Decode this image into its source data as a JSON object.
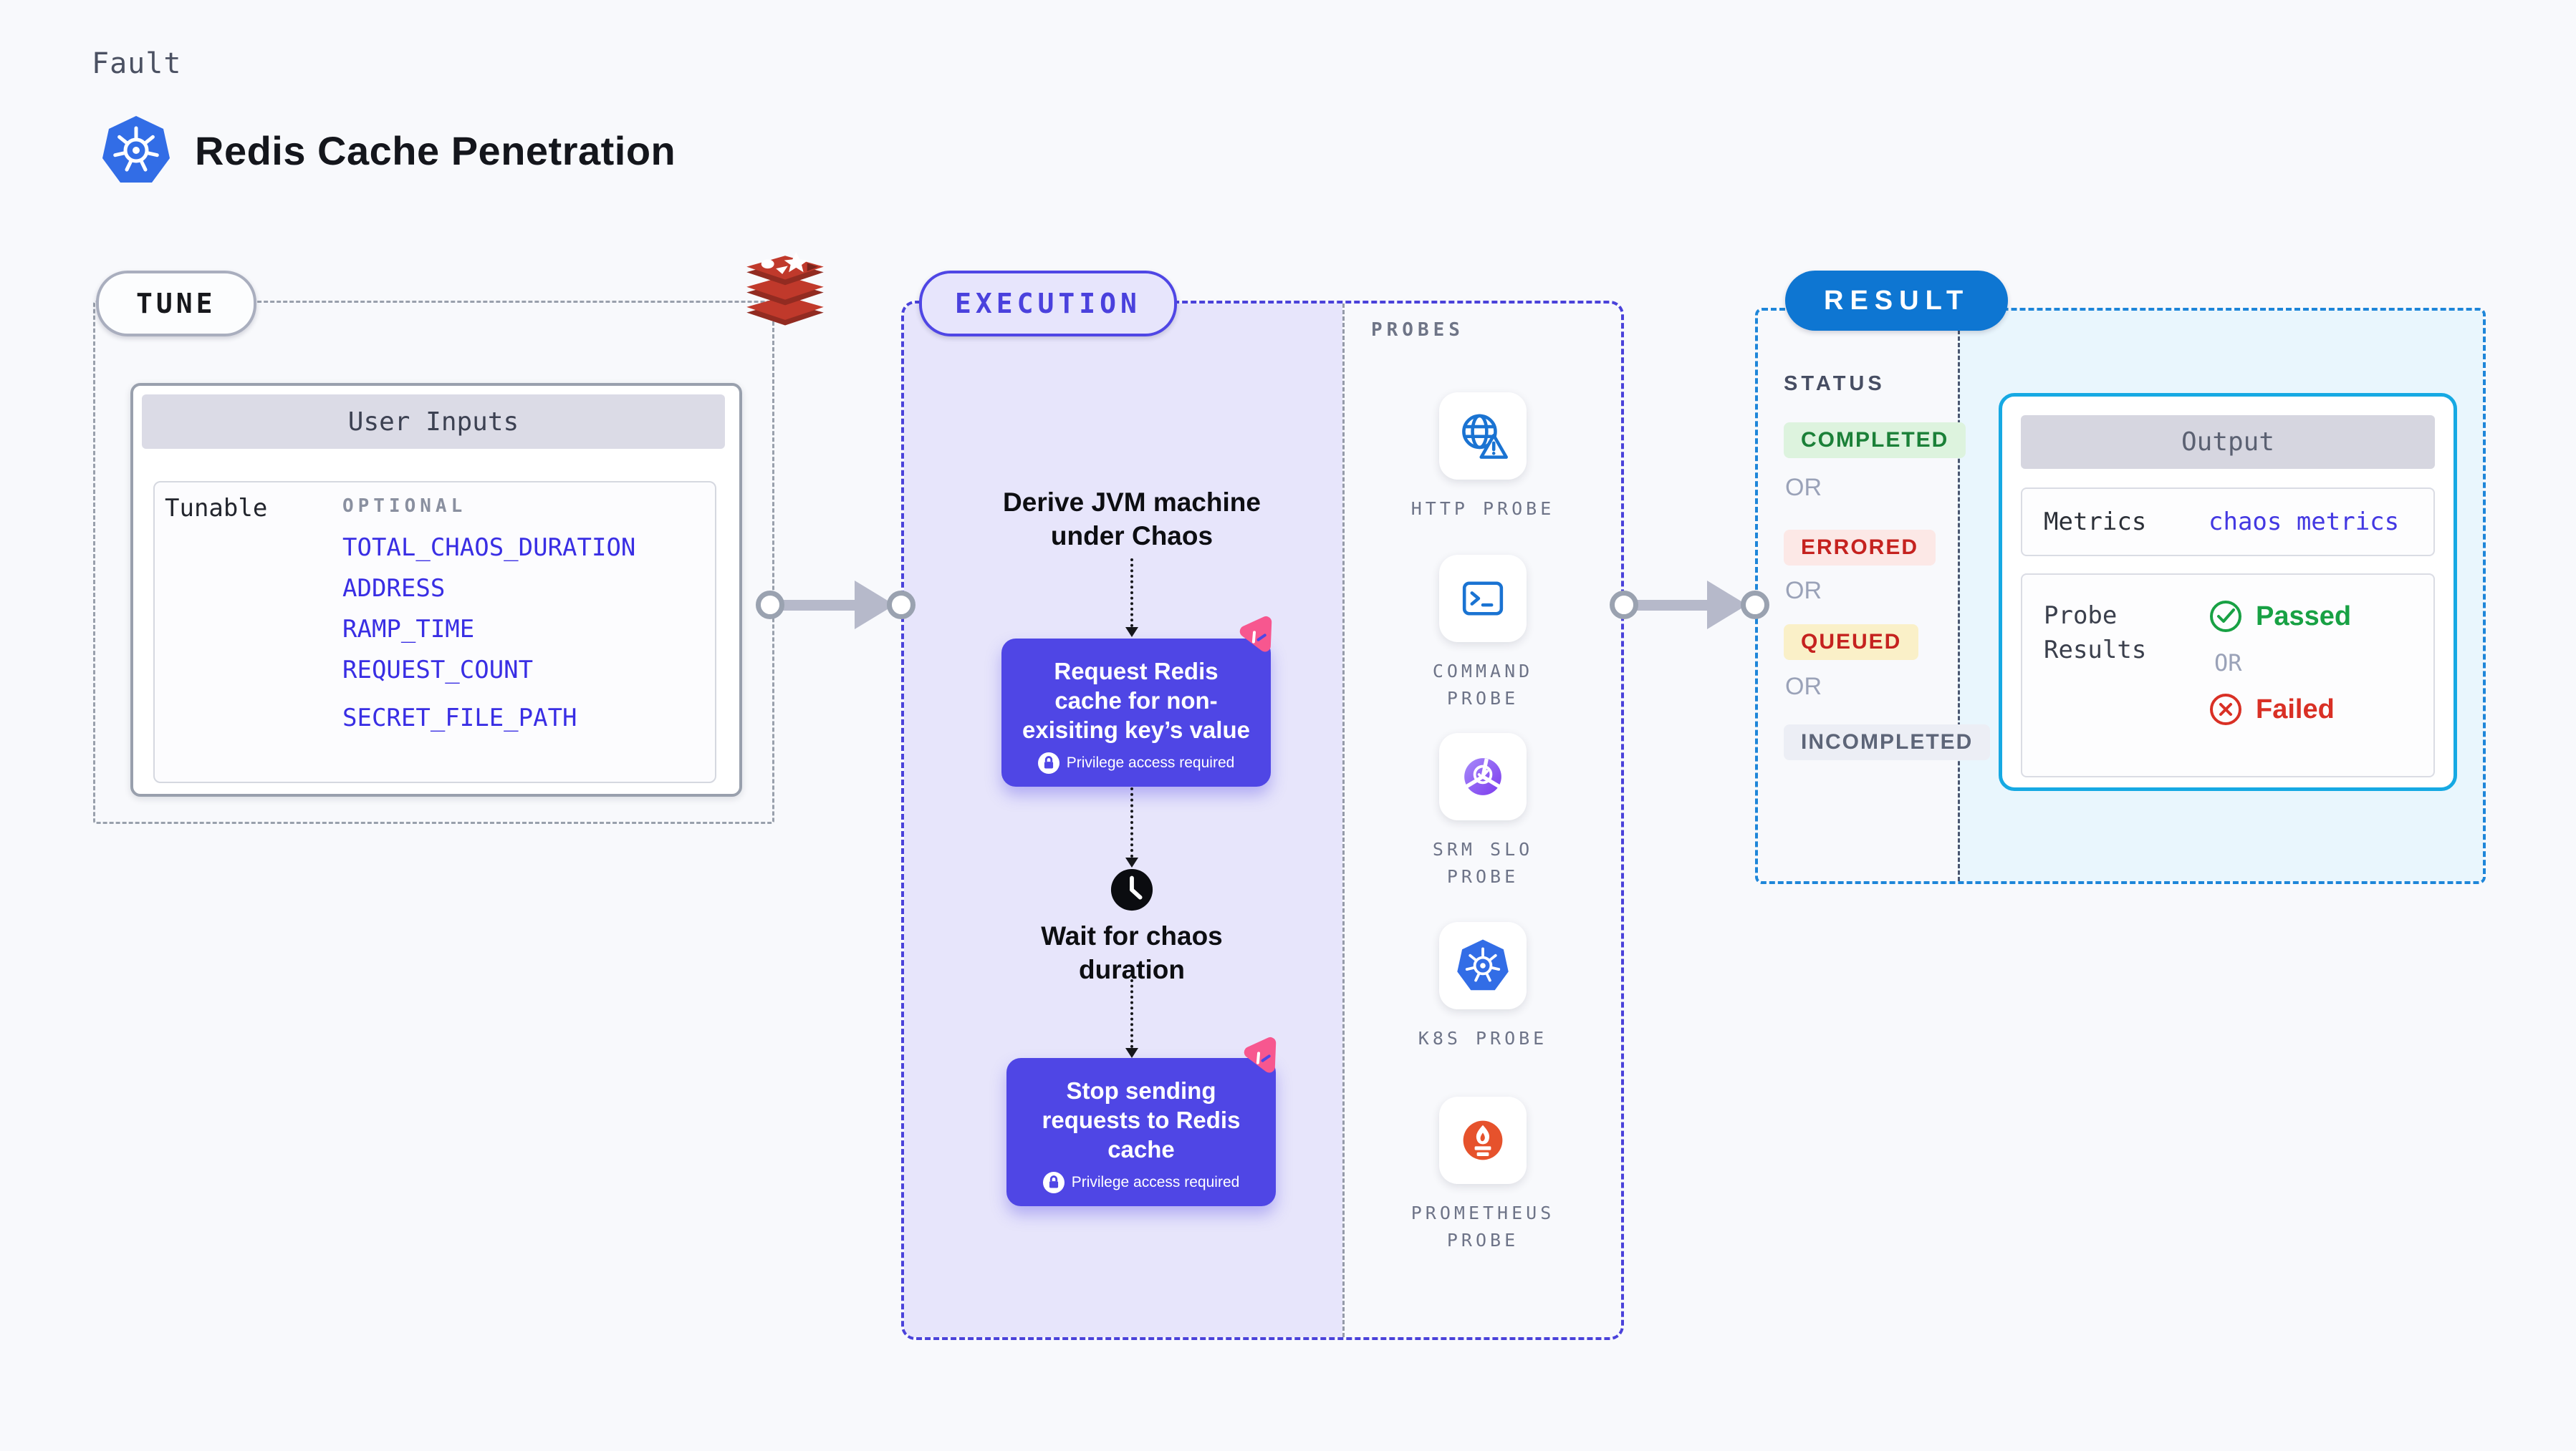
{
  "header": {
    "kicker": "Fault",
    "title": "Redis Cache Penetration"
  },
  "tune": {
    "badge": "TUNE",
    "panel_title": "User Inputs",
    "row_label": "Tunable",
    "column_label": "OPTIONAL",
    "params": [
      "TOTAL_CHAOS_DURATION",
      "ADDRESS",
      "RAMP_TIME",
      "REQUEST_COUNT",
      "SECRET_FILE_PATH"
    ]
  },
  "execution": {
    "badge": "EXECUTION",
    "step1_title": "Derive JVM machine\nunder Chaos",
    "box1_text": "Request Redis\ncache for non-\nexisiting key’s value",
    "box1_note": "Privilege access required",
    "step2_title": "Wait for chaos\nduration",
    "box2_text": "Stop sending\nrequests to Redis\ncache",
    "box2_note": "Privilege access required"
  },
  "probes": {
    "label": "PROBES",
    "items": [
      {
        "label": "HTTP PROBE",
        "icon": "globe-alert-icon"
      },
      {
        "label": "COMMAND\nPROBE",
        "icon": "terminal-icon"
      },
      {
        "label": "SRM SLO\nPROBE",
        "icon": "slo-gauge-icon"
      },
      {
        "label": "K8S PROBE",
        "icon": "kubernetes-icon"
      },
      {
        "label": "PROMETHEUS\nPROBE",
        "icon": "prometheus-icon"
      }
    ]
  },
  "result": {
    "badge": "RESULT",
    "status_label": "STATUS",
    "or_label": "OR",
    "statuses": [
      {
        "label": "COMPLETED",
        "fg": "#1b8038",
        "bg": "#ddf3de"
      },
      {
        "label": "ERRORED",
        "fg": "#c5221f",
        "bg": "#fce8e6"
      },
      {
        "label": "QUEUED",
        "fg": "#c5221f",
        "bg": "#faf0c8"
      },
      {
        "label": "INCOMPLETED",
        "fg": "#5d6578",
        "bg": "#eceef5"
      }
    ],
    "output": {
      "title": "Output",
      "metrics_label": "Metrics",
      "metrics_link": "chaos metrics",
      "probe_results_label": "Probe\nResults",
      "passed_label": "Passed",
      "or_label": "OR",
      "failed_label": "Failed"
    }
  },
  "colors": {
    "accent_indigo": "#4f46e5",
    "execution_fill": "#e7e5fb",
    "result_fill": "#e9f6fd",
    "result_badge_blue": "#0e76d2",
    "output_border_cyan": "#16a9e3",
    "passed_green": "#18a144",
    "failed_red": "#d93025",
    "link_blue": "#392ee4",
    "chaos_pink": "#f7578f",
    "redis_red": "#c0392b",
    "kubernetes_blue": "#326de6",
    "prometheus_orange": "#e6522c"
  }
}
